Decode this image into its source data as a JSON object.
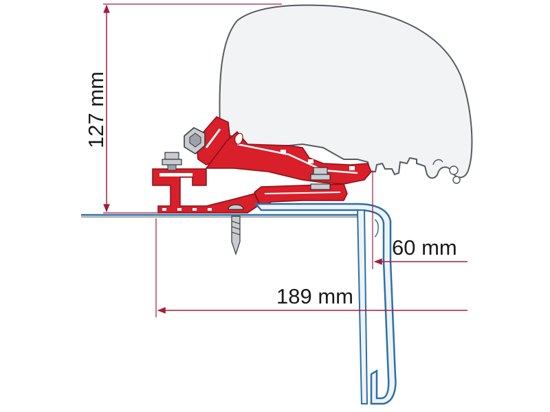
{
  "dimensions": {
    "height_label": "127 mm",
    "offset_label": "60 mm",
    "width_label": "189 mm"
  },
  "colors": {
    "bracket": "#d81f2a",
    "bracket_dark": "#8b0f16",
    "profile": "#2b6fa6",
    "profile_light": "#eef3f8",
    "housing_fill": "#f2f3f5",
    "housing_stroke": "#555a60",
    "dimension_line": "#a51c3a",
    "text": "#1a1a1a"
  }
}
